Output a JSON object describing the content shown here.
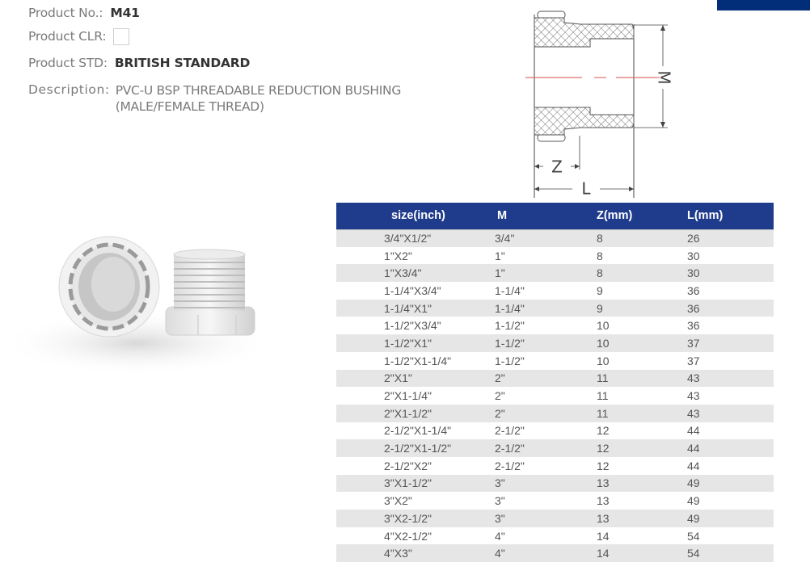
{
  "colors": {
    "header_bg": "#1f3b8c",
    "top_tab": "#012d79",
    "row_alt": "#e6e6e6",
    "centerline": "#e07070"
  },
  "product": {
    "number_label": "Product No.:",
    "number_value": "M41",
    "color_label": "Product CLR:",
    "color_value": "",
    "standard_label": "Product STD:",
    "standard_value": "BRITISH STANDARD",
    "description_label": "Description:",
    "description_line1": "PVC-U BSP THREADABLE REDUCTION BUSHING",
    "description_line2": "(MALE/FEMALE THREAD)"
  },
  "drawing": {
    "dim_m": "M",
    "dim_z": "Z",
    "dim_l": "L"
  },
  "table": {
    "headers": [
      "size(inch)",
      "M",
      "Z(mm)",
      "L(mm)"
    ],
    "rows": [
      [
        "3/4\"X1/2\"",
        "3/4\"",
        "8",
        "26"
      ],
      [
        "1\"X2\"",
        "1\"",
        "8",
        "30"
      ],
      [
        "1\"X3/4\"",
        "1\"",
        "8",
        "30"
      ],
      [
        "1-1/4\"X3/4\"",
        "1-1/4\"",
        "9",
        "36"
      ],
      [
        "1-1/4\"X1\"",
        "1-1/4\"",
        "9",
        "36"
      ],
      [
        "1-1/2\"X3/4\"",
        "1-1/2\"",
        "10",
        "36"
      ],
      [
        "1-1/2\"X1\"",
        "1-1/2\"",
        "10",
        "37"
      ],
      [
        "1-1/2\"X1-1/4\"",
        "1-1/2\"",
        "10",
        "37"
      ],
      [
        "2\"X1\"",
        "2\"",
        "11",
        "43"
      ],
      [
        "2\"X1-1/4\"",
        "2\"",
        "11",
        "43"
      ],
      [
        "2\"X1-1/2\"",
        "2\"",
        "11",
        "43"
      ],
      [
        "2-1/2\"X1-1/4\"",
        "2-1/2\"",
        "12",
        "44"
      ],
      [
        "2-1/2\"X1-1/2\"",
        "2-1/2\"",
        "12",
        "44"
      ],
      [
        "2-1/2\"X2\"",
        "2-1/2\"",
        "12",
        "44"
      ],
      [
        "3\"X1-1/2\"",
        "3\"",
        "13",
        "49"
      ],
      [
        "3\"X2\"",
        "3\"",
        "13",
        "49"
      ],
      [
        "3\"X2-1/2\"",
        "3\"",
        "13",
        "49"
      ],
      [
        "4\"X2-1/2\"",
        "4\"",
        "14",
        "54"
      ],
      [
        "4\"X3\"",
        "4\"",
        "14",
        "54"
      ]
    ]
  }
}
